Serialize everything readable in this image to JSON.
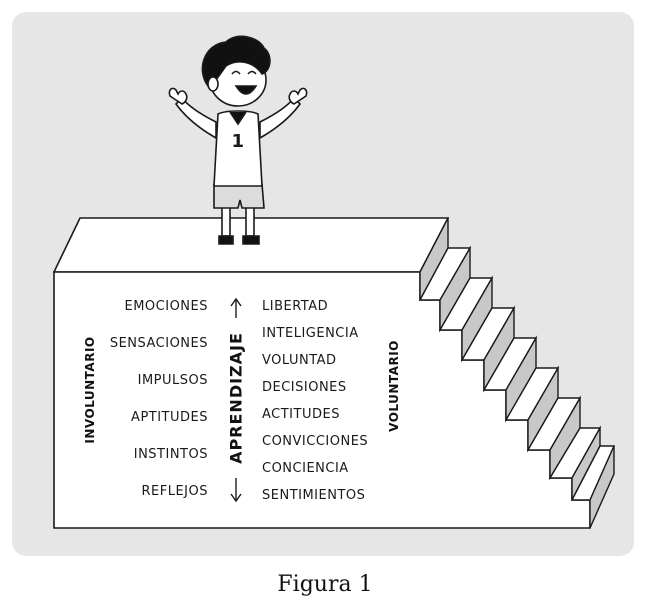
{
  "figure": {
    "caption": "Figura 1",
    "badge_number": "1",
    "side_labels": {
      "left": "INVOLUNTARIO",
      "right": "VOLUNTARIO",
      "center": "APRENDIZAJE"
    },
    "involuntary_items": [
      "EMOCIONES",
      "SENSACIONES",
      "IMPULSOS",
      "APTITUDES",
      "INSTINTOS",
      "REFLEJOS"
    ],
    "voluntary_items": [
      "LIBERTAD",
      "INTELIGENCIA",
      "VOLUNTAD",
      "DECISIONES",
      "ACTITUDES",
      "CONVICCIONES",
      "CONCIENCIA",
      "SENTIMIENTOS"
    ],
    "colors": {
      "panel": "#e6e6e6",
      "outline": "#1a1a1a",
      "stair_shade": "#c8c8c8",
      "hair": "#111111"
    }
  }
}
